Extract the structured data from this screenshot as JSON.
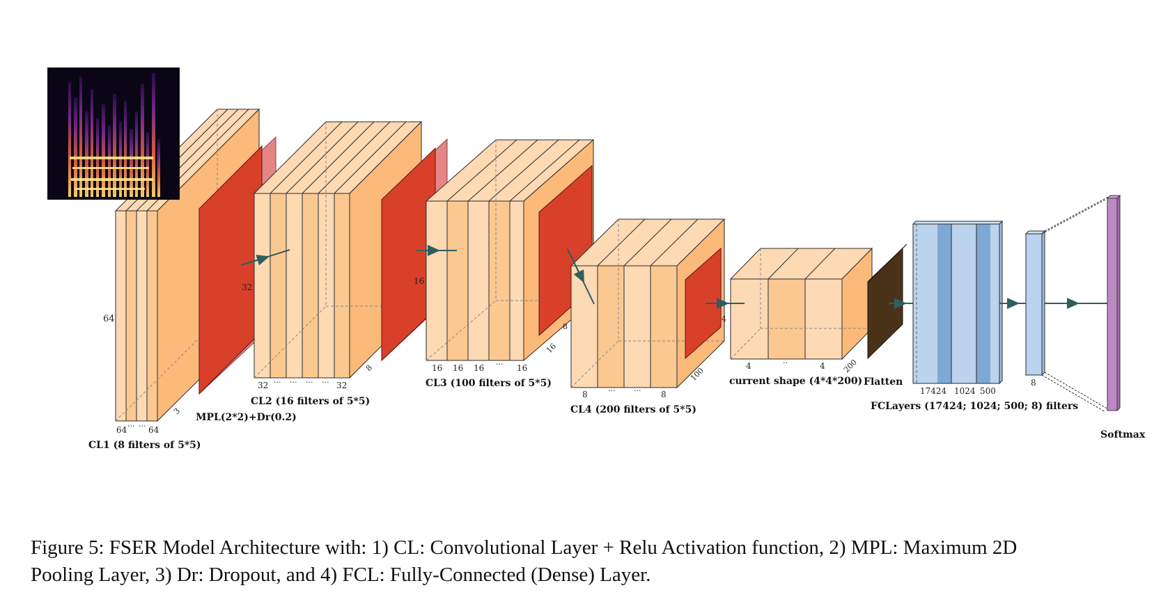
{
  "figure": {
    "input": {
      "name": "spectrogram"
    },
    "labels": {
      "cl1": "CL1 (8 filters of 5*5)",
      "mpl": "MPL(2*2)+Dr(0.2)",
      "cl2": "CL2 (16 filters of 5*5)",
      "cl3": "CL3 (100 filters of 5*5)",
      "cl4": "CL4 (200 filters of 5*5)",
      "current_shape": "current shape (4*4*200)",
      "flatten": "Flatten",
      "fc": "FCLayers (17424; 1024; 500; 8) filters",
      "softmax": "Softmax"
    },
    "dims": {
      "cl1_height": "64",
      "cl1_depth": "3",
      "cl1_bottom": [
        "64",
        "···",
        "···",
        "64"
      ],
      "mpl1_size": "32",
      "cl2_depth": "8",
      "cl2_bottom": [
        "32",
        "···",
        "···",
        "···",
        "···",
        "32"
      ],
      "mpl2_size": "16",
      "cl3_depth": "16",
      "cl3_bottom": [
        "16",
        "16",
        "16",
        "···",
        "16"
      ],
      "mpl3_size": "8",
      "cl4_depth": "100",
      "cl4_bottom": [
        "8",
        "···",
        "···",
        "8"
      ],
      "mpl4_size": "4",
      "shape_depth": "200",
      "shape_bottom": [
        "4",
        "··",
        "4"
      ],
      "fc_bottom": [
        "17424",
        "1024",
        "500"
      ],
      "fc_last": "8"
    },
    "colors": {
      "conv": "#FBB97A",
      "conv_light": "#FDD9B4",
      "conv_edge": "#2a2a2a",
      "pool": "#D9402A",
      "pool_light": "#E07272",
      "flatten": "#4A3218",
      "fc": "#BBD3EC",
      "fc_dark": "#7FA8D4",
      "softmax": "#B98BC1",
      "arrow": "#2E5E5E"
    }
  },
  "caption": {
    "line1": "Figure 5: FSER Model Architecture with: 1) CL: Convolutional Layer + Relu Activation function, 2) MPL: Maximum 2D",
    "line2": "Pooling Layer, 3) Dr: Dropout, and 4) FCL: Fully-Connected (Dense) Layer."
  }
}
